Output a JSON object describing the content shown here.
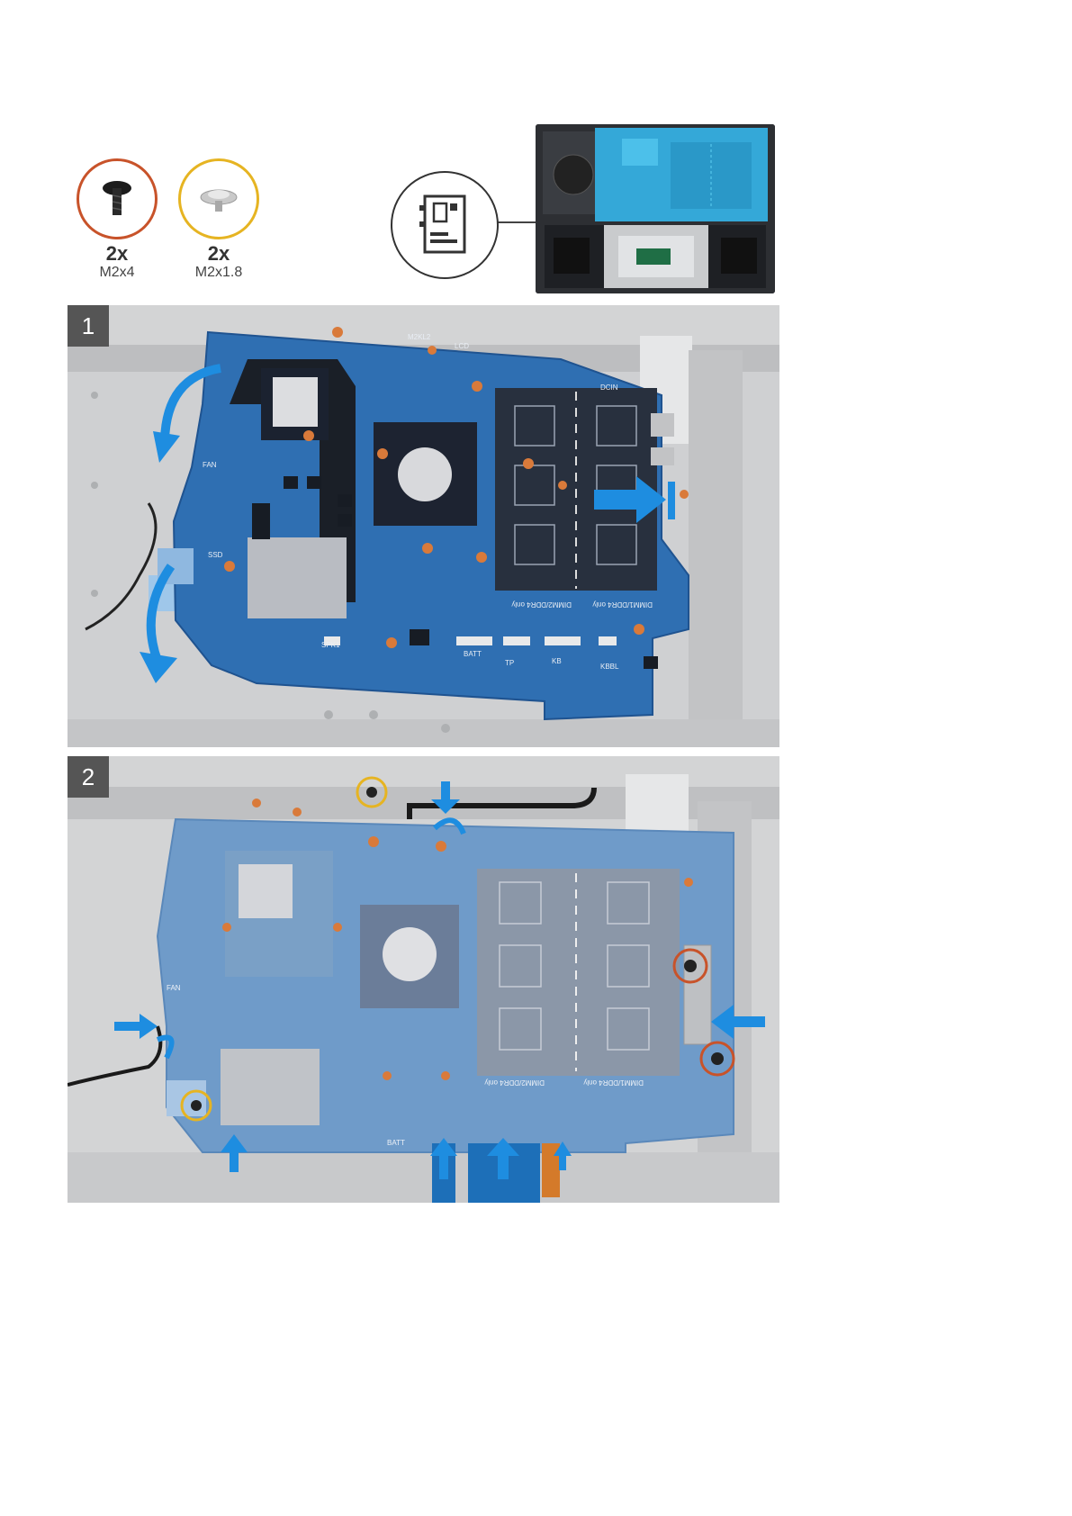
{
  "screws": [
    {
      "quantity": "2x",
      "size": "M2x4",
      "ring_color": "#c8532a",
      "icon": "black-screw-icon"
    },
    {
      "quantity": "2x",
      "size": "M2x1.8",
      "ring_color": "#e6b422",
      "icon": "silver-screw-icon"
    }
  ],
  "steps": [
    {
      "number": "1",
      "icon": "step-1-illustration"
    },
    {
      "number": "2",
      "icon": "step-2-illustration"
    }
  ],
  "board_labels": {
    "lcd": "LCD",
    "m2": "M2KL2",
    "dcin": "DCIN",
    "ssd": "SSD",
    "spk": "SPK1",
    "batt": "BATT",
    "tp": "TP",
    "kb": "KB",
    "kbbl": "KBBL",
    "fan": "FAN",
    "dimm2": "DIMM2/DDR4 only",
    "dimm1": "DIMM1/DDR4 only"
  },
  "colors": {
    "board_blue": "#2f6fb2",
    "arrow_blue": "#1e8de0",
    "chassis_gray": "#d9dadb"
  }
}
